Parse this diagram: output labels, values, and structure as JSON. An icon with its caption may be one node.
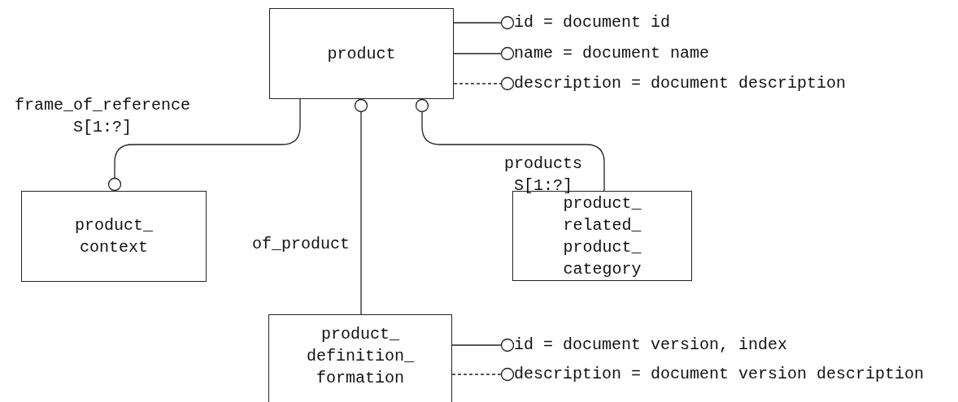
{
  "diagram": {
    "nodes": [
      {
        "text": [
          "product"
        ]
      },
      {
        "text": [
          "id = document id"
        ]
      },
      {
        "text": [
          "name = document name"
        ]
      },
      {
        "text": [
          "description = document description"
        ]
      },
      {
        "text": [
          "product_ context"
        ]
      },
      {
        "text": [
          "product_ related_ product_ category"
        ]
      },
      {
        "text": [
          "product_ definition_ formation"
        ]
      },
      {
        "text": [
          "id = document version, index"
        ]
      },
      {
        "text": [
          "description = document version description"
        ]
      }
    ],
    "edges": [
      {
        "from": 0,
        "to": 1,
        "arrow": "other"
      },
      {
        "from": 0,
        "to": 2,
        "arrow": "other"
      },
      {
        "from": 0,
        "to": 3,
        "arrow": "other",
        "style": "dashed"
      },
      {
        "from": 0,
        "to": 4,
        "arrow": "other",
        "label": "frame_of_reference S[1:?]"
      },
      {
        "from": 6,
        "to": 0,
        "arrow": "other",
        "label": "of_product"
      },
      {
        "from": 5,
        "to": 0,
        "arrow": "other",
        "label": "products S[1:?]"
      },
      {
        "from": 6,
        "to": 7,
        "arrow": "other"
      },
      {
        "from": 6,
        "to": 8,
        "arrow": "other",
        "style": "dashed"
      }
    ]
  }
}
